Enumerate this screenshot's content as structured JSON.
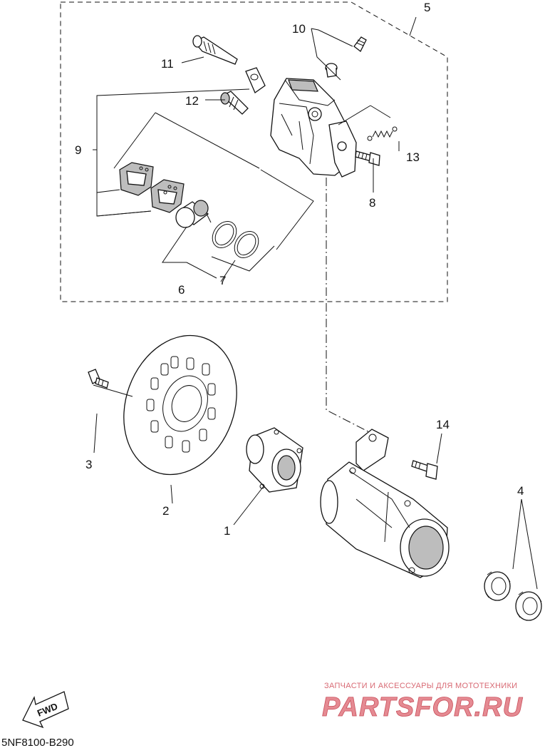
{
  "callouts": {
    "c1": "1",
    "c2": "2",
    "c3": "3",
    "c4": "4",
    "c5": "5",
    "c6": "6",
    "c7": "7",
    "c8": "8",
    "c9": "9",
    "c10": "10",
    "c11": "11",
    "c12": "12",
    "c13": "13",
    "c14": "14"
  },
  "direction_label": "FWD",
  "diagram_code": "5NF8100-B290",
  "watermark": {
    "tagline": "ЗАПЧАСТИ И АКСЕССУАРЫ ДЛЯ МОТОТЕХНИКИ",
    "logo_text": "PARTSFOR.RU",
    "color": "#e58a92"
  }
}
